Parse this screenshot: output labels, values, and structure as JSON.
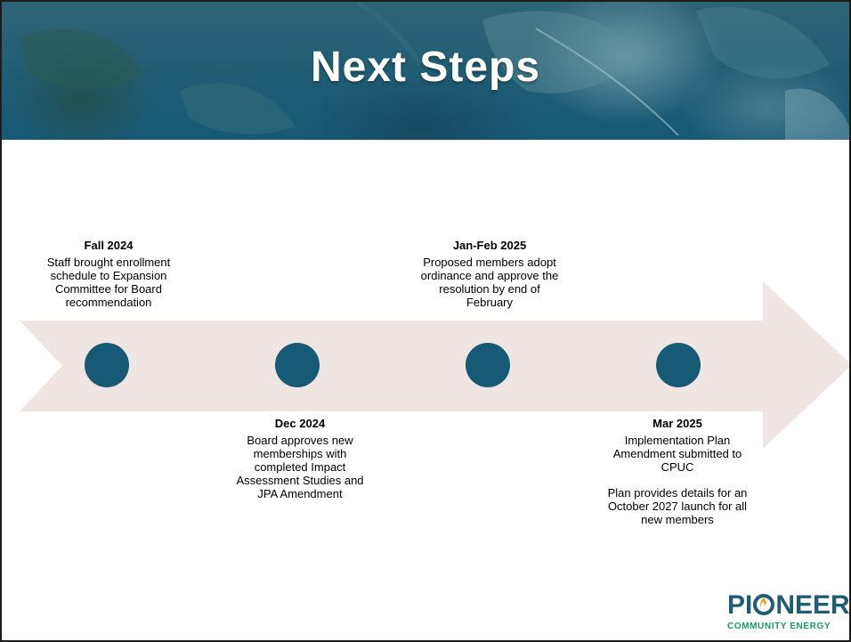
{
  "slide": {
    "title": "Next Steps"
  },
  "timeline": {
    "milestones": [
      {
        "date": "Fall 2024",
        "lines": [
          "Staff brought enrollment",
          "schedule to Expansion",
          "Committee for Board",
          "recommendation"
        ]
      },
      {
        "date": "Dec 2024",
        "lines": [
          "Board approves new",
          "memberships with",
          "completed Impact",
          "Assessment Studies and",
          "JPA Amendment"
        ]
      },
      {
        "date": "Jan-Feb 2025",
        "lines": [
          "Proposed members adopt",
          "ordinance and approve the",
          "resolution by end of",
          "February"
        ]
      },
      {
        "date": "Mar 2025",
        "lines": [
          "Implementation Plan",
          "Amendment submitted to",
          "CPUC"
        ],
        "note_lines": [
          "Plan provides details for an",
          "October 2027 launch for all",
          "new members"
        ]
      }
    ]
  },
  "logo": {
    "word_pre": "PI",
    "word_post": "NEER",
    "sub": "COMMUNITY ENERGY"
  },
  "colors": {
    "header": "#1f5d74",
    "arrow": "#efe5e3",
    "marker": "#165a75",
    "logo_primary": "#1f5d74",
    "logo_accent": "#1b9a66",
    "logo_flame": "#e8a21a"
  }
}
